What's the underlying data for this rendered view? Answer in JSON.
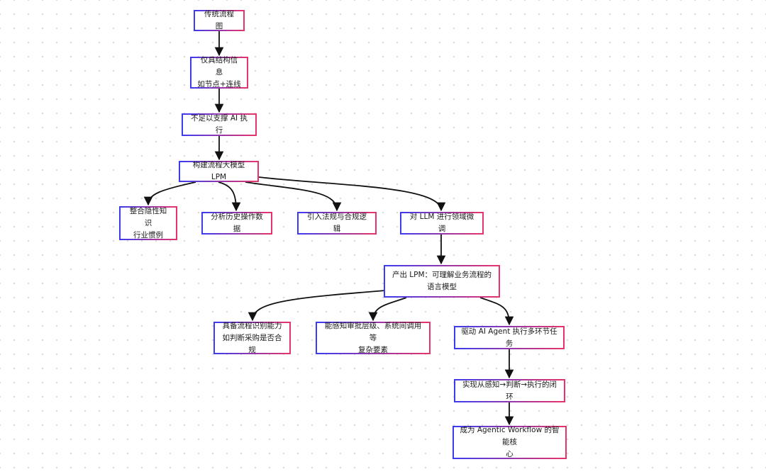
{
  "diagram": {
    "nodes": [
      {
        "id": "n1",
        "text": "传统流程图"
      },
      {
        "id": "n2",
        "text": "仅具结构信息\n如节点+连线"
      },
      {
        "id": "n3",
        "text": "不足以支撑 AI 执行"
      },
      {
        "id": "n4",
        "text": "构建流程大模型 LPM"
      },
      {
        "id": "n5",
        "text": "整合隐性知识\n行业惯例"
      },
      {
        "id": "n6",
        "text": "分析历史操作数据"
      },
      {
        "id": "n7",
        "text": "引入法规与合规逻辑"
      },
      {
        "id": "n8",
        "text": "对 LLM 进行领域微调"
      },
      {
        "id": "n9",
        "text": "产出 LPM：可理解业务流程的\n语言模型"
      },
      {
        "id": "n10",
        "text": "具备流程识别能力\n如判断采购是否合规"
      },
      {
        "id": "n11",
        "text": "能感知审批层级、系统间调用等\n复杂要素"
      },
      {
        "id": "n12",
        "text": "驱动 AI Agent 执行多环节任务"
      },
      {
        "id": "n13",
        "text": "实现从感知→判断→执行的闭环"
      },
      {
        "id": "n14",
        "text": "成为 Agentic Workflow 的智能核\n心"
      }
    ],
    "edges": [
      {
        "from": "n1",
        "to": "n2"
      },
      {
        "from": "n2",
        "to": "n3"
      },
      {
        "from": "n3",
        "to": "n4"
      },
      {
        "from": "n4",
        "to": "n5"
      },
      {
        "from": "n4",
        "to": "n6"
      },
      {
        "from": "n4",
        "to": "n7"
      },
      {
        "from": "n4",
        "to": "n8"
      },
      {
        "from": "n8",
        "to": "n9"
      },
      {
        "from": "n9",
        "to": "n10"
      },
      {
        "from": "n9",
        "to": "n11"
      },
      {
        "from": "n9",
        "to": "n12"
      },
      {
        "from": "n12",
        "to": "n13"
      },
      {
        "from": "n13",
        "to": "n14"
      }
    ]
  }
}
